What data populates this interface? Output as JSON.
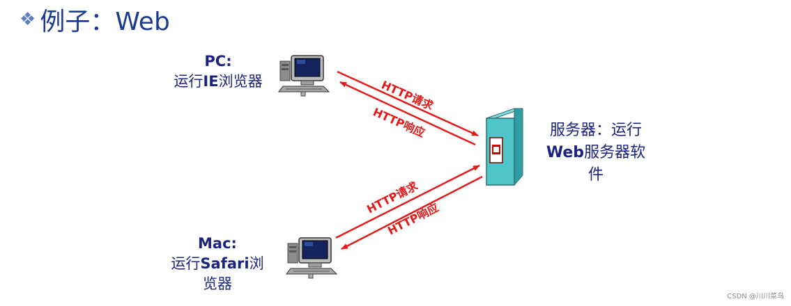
{
  "title": {
    "bullet": "❖",
    "text": "例子：Web"
  },
  "pc": {
    "line1": "PC:",
    "line2_prefix": "运行",
    "line2_bold": "IE",
    "line2_suffix": "浏览器"
  },
  "mac": {
    "line1": "Mac:",
    "line2_prefix": "运行",
    "line2_bold": "Safari",
    "line2_suffix": "浏",
    "line3": "览器"
  },
  "server": {
    "line1": "服务器：运行",
    "line2_bold": "Web",
    "line2_suffix": "服务器软",
    "line3": "件"
  },
  "arrows": {
    "pc_request": "HTTP请求",
    "pc_response": "HTTP响应",
    "mac_request": "HTTP请求",
    "mac_response": "HTTP响应"
  },
  "watermark": "CSDN @川川菜鸟",
  "colors": {
    "title": "#1a3b8f",
    "label": "#1a237e",
    "arrow": "#e21a1a",
    "server": "#4fc4c9"
  }
}
